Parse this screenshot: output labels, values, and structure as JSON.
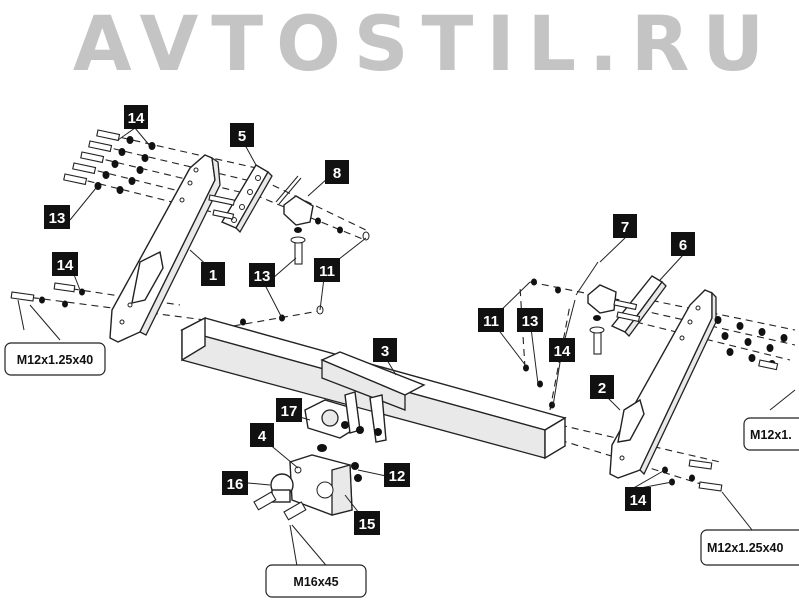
{
  "watermark": "AVTOSTIL.RU",
  "part_tags": [
    "14",
    "5",
    "8",
    "13",
    "1",
    "14",
    "13",
    "11",
    "7",
    "6",
    "3",
    "11",
    "13",
    "14",
    "2",
    "17",
    "4",
    "12",
    "16",
    "15",
    "14"
  ],
  "callouts": {
    "left_bolt": "M12x1.25x40",
    "right_upper_bolt": "M12x1.",
    "right_lower_bolt": "M12x1.25x40",
    "ball_bolt": "M16x45"
  },
  "colors": {
    "tag_background": "#111111",
    "tag_text": "#ffffff",
    "watermark": "#c4c4c4"
  }
}
